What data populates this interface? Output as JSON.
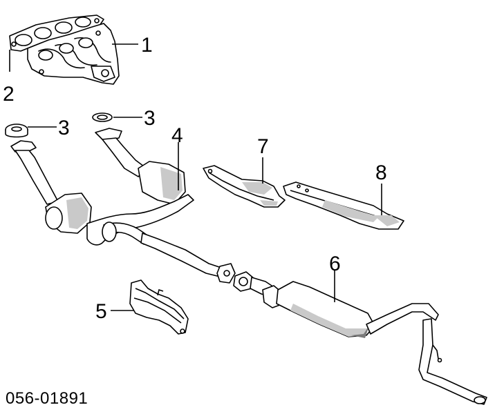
{
  "callouts": {
    "c1": "1",
    "c2": "2",
    "c3a": "3",
    "c3b": "3",
    "c4": "4",
    "c5": "5",
    "c6": "6",
    "c7": "7",
    "c8": "8"
  },
  "reference_code": "056-01891"
}
